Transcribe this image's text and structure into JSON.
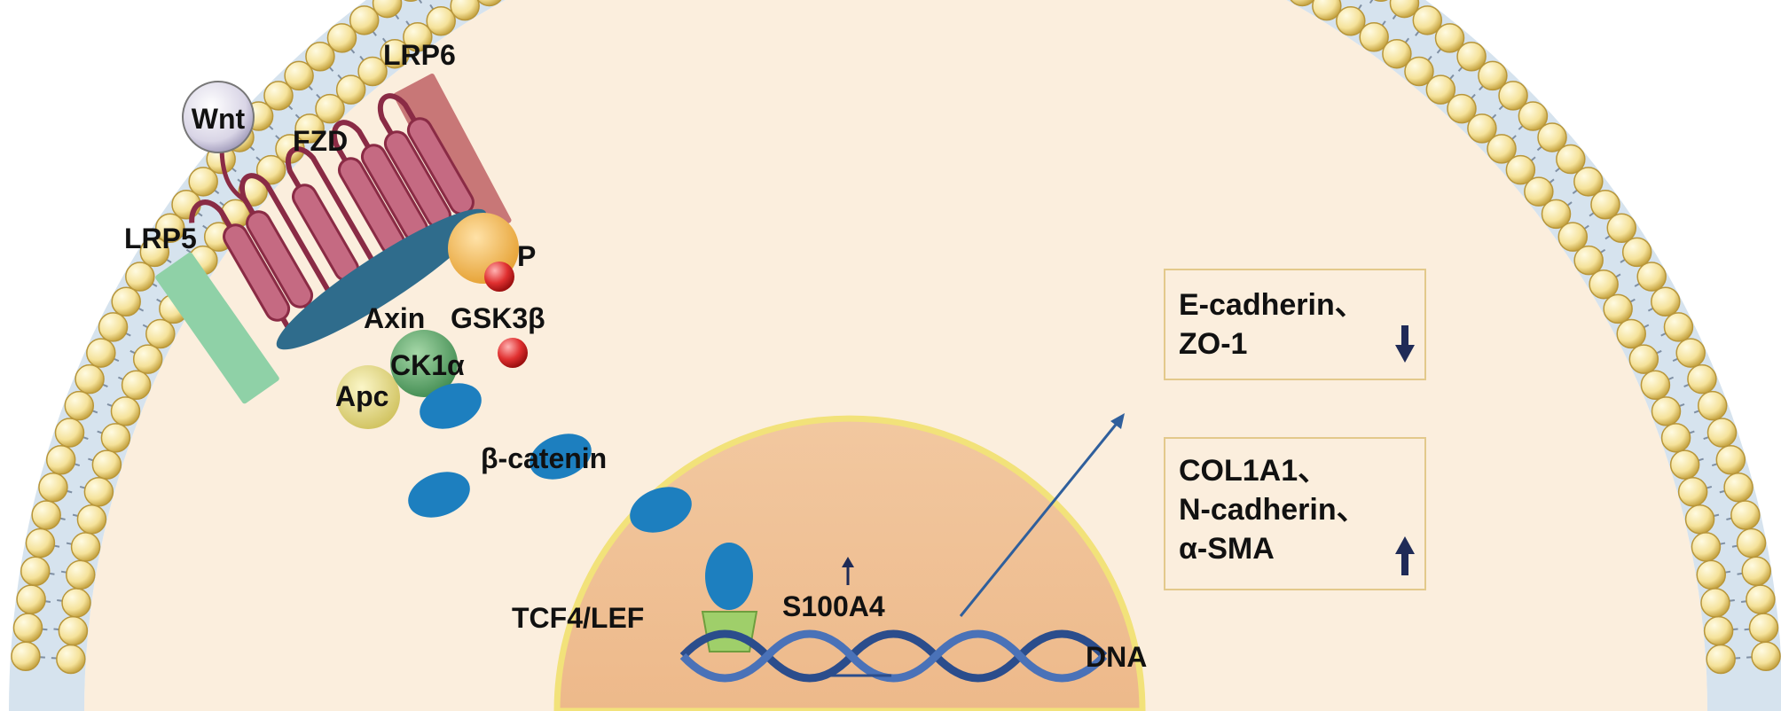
{
  "labels": {
    "wnt": "Wnt",
    "fzd": "FZD",
    "lrp6": "LRP6",
    "lrp5": "LRP5",
    "p_top": "P",
    "axin": "Axin",
    "gsk3b": "GSK3β",
    "ck1a": "CK1α",
    "apc": "Apc",
    "beta_catenin": "β-catenin",
    "tcf4_lef": "TCF4/LEF",
    "s100a4": "S100A4",
    "dna": "DNA"
  },
  "boxes": {
    "down": {
      "lines": [
        "E-cadherin、",
        "ZO-1"
      ],
      "arrow": "down-arrow-icon"
    },
    "up": {
      "lines": [
        "COL1A1、",
        "N-cadherin、",
        "α-SMA"
      ],
      "arrow": "up-arrow-icon"
    }
  },
  "colors": {
    "cytoplasm": "#fbeedd",
    "nucleus": "#f0c59a",
    "nuclear_envelope": "#f2e27a",
    "lipid_head": "#f5e29a",
    "membrane_band": "#d6e3ee",
    "lrp6": "#c87777",
    "lrp5": "#8fd1a7",
    "fzd": "#b55a6e",
    "axin_bar": "#2f6c8c",
    "beta_catenin": "#1d7fbf",
    "gsk3b": "#f4b95a",
    "ck1a": "#5fa46b",
    "apc": "#e8dd88",
    "phosphate": "#e03030",
    "wnt": "#d9d5e6",
    "tcf4_lef": "#9fcf6a",
    "dna": "#2b4d8c",
    "box_border": "#e3c98b",
    "arrow": "#1f2b57"
  }
}
